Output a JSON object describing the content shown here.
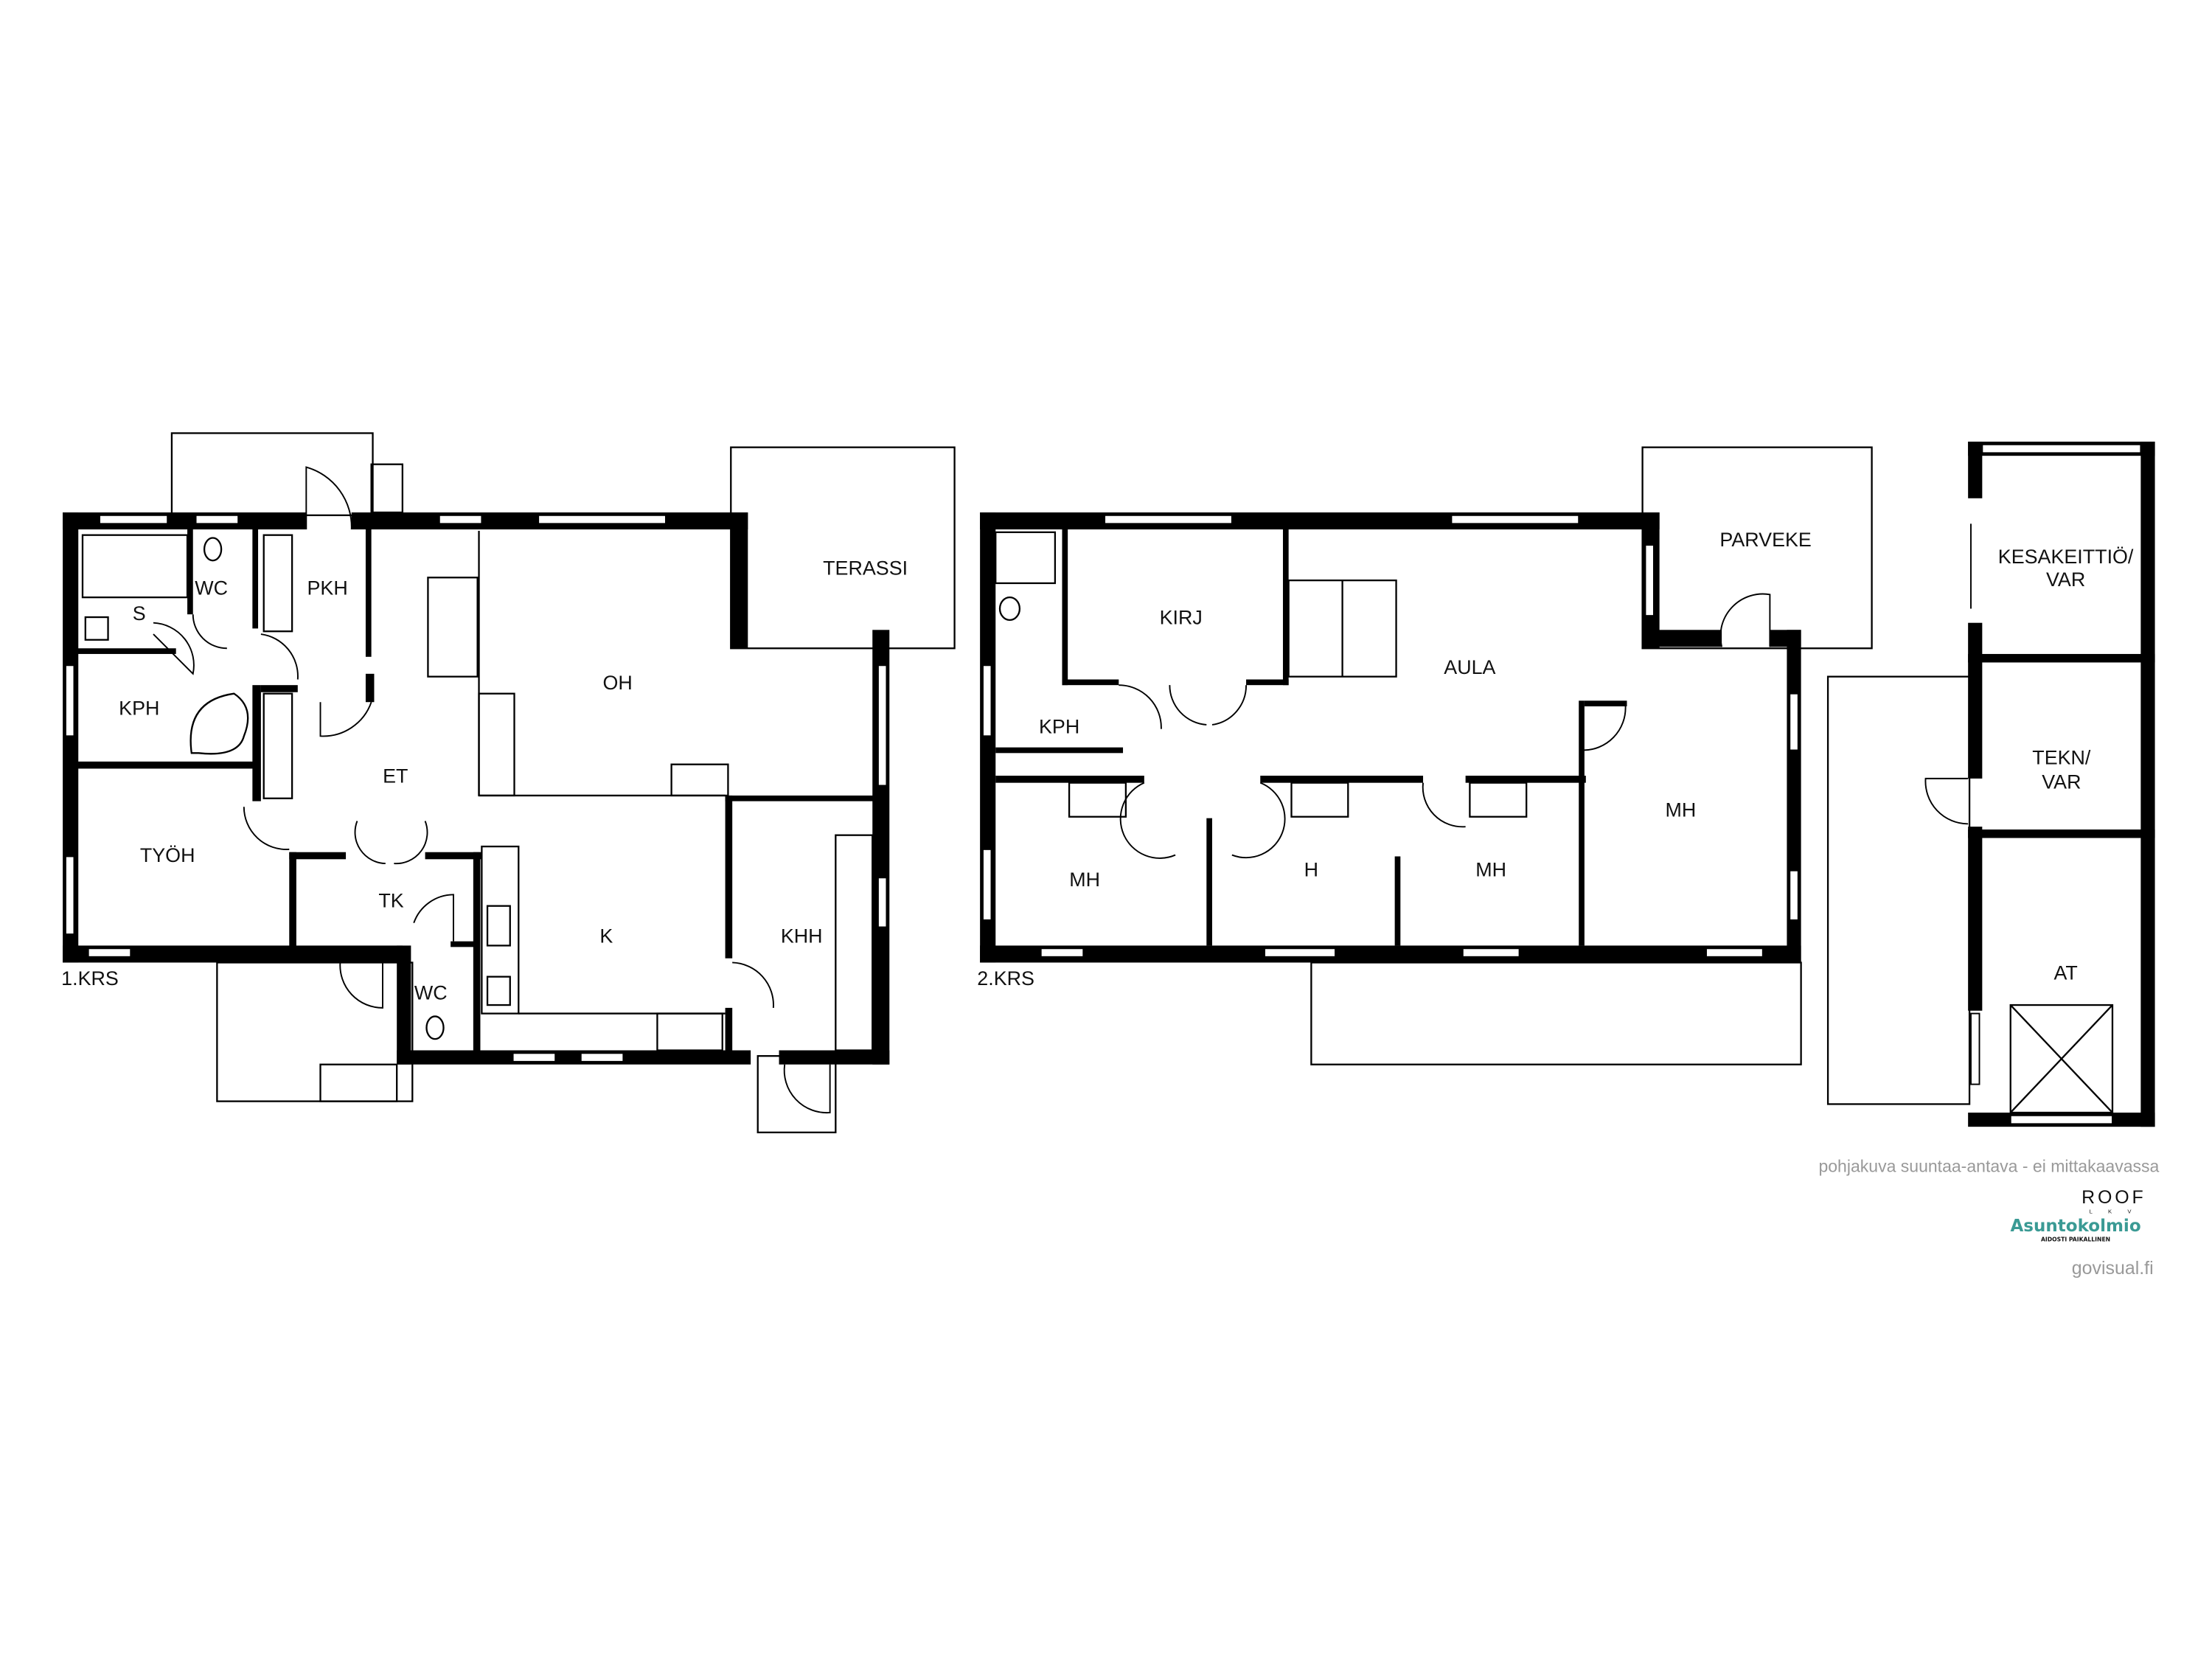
{
  "floor1": {
    "label": "1.KRS",
    "rooms": {
      "s": "S",
      "wc1": "WC",
      "pkh": "PKH",
      "kph": "KPH",
      "et": "ET",
      "oh": "OH",
      "terassi": "TERASSI",
      "tyoh": "TYÖH",
      "tk": "TK",
      "wc2": "WC",
      "k": "K",
      "khh": "KHH"
    }
  },
  "floor2": {
    "label": "2.KRS",
    "rooms": {
      "kirj": "KIRJ",
      "aula": "AULA",
      "parveke": "PARVEKE",
      "kph": "KPH",
      "mh1": "MH",
      "h": "H",
      "mh2": "MH",
      "mh3": "MH"
    }
  },
  "outbuilding": {
    "rooms": {
      "kesakeittio_1": "KESAKEITTIÖ/",
      "kesakeittio_2": "VAR",
      "tekn_1": "TEKN/",
      "tekn_2": "VAR",
      "at": "AT"
    }
  },
  "footer": {
    "disclaimer": "pohjakuva suuntaa-antava - ei mittakaavassa",
    "logo_roof": "ROOF",
    "logo_roof_sub": "L K V",
    "logo_asuntokolmio": "Asuntokolmio",
    "logo_asuntokolmio_sub": "AIDOSTI PAIKALLINEN",
    "credit": "govisual.fi",
    "brand_color": "#3a9a94"
  }
}
